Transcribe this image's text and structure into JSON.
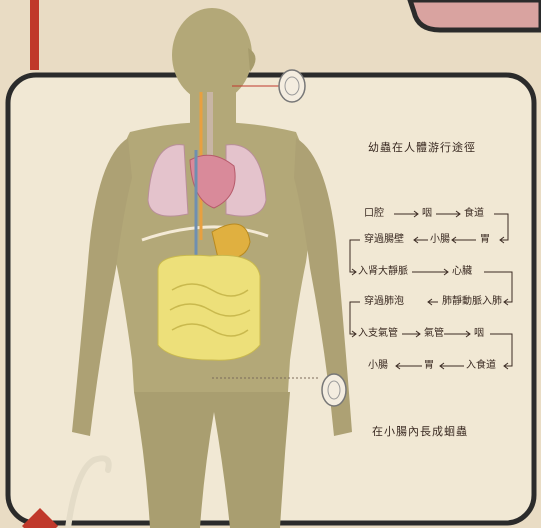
{
  "panel_title": "幼蟲在人體游行途徑",
  "route": {
    "row1": [
      "口腔",
      "咽",
      "食道"
    ],
    "row2": [
      "穿過腸壁",
      "小腸",
      "胃"
    ],
    "row3": [
      "入肾大靜脈",
      "心臟"
    ],
    "row4": [
      "穿過肺泡",
      "肺靜動脈入肺"
    ],
    "row5": [
      "入支氣管",
      "氣管",
      "咽"
    ],
    "row6": [
      "小腸",
      "胃",
      "入食道"
    ]
  },
  "bottom_label": "在小腸內長成蛔蟲",
  "colors": {
    "background": "#e9dcc4",
    "frame": "#2b2b2b",
    "accent_red": "#c0392b",
    "skin": "#b3a878",
    "lungs": "#e4c3cc",
    "heart": "#d98a9a",
    "intestine": "#ede07a",
    "stomach": "#e0b040"
  }
}
